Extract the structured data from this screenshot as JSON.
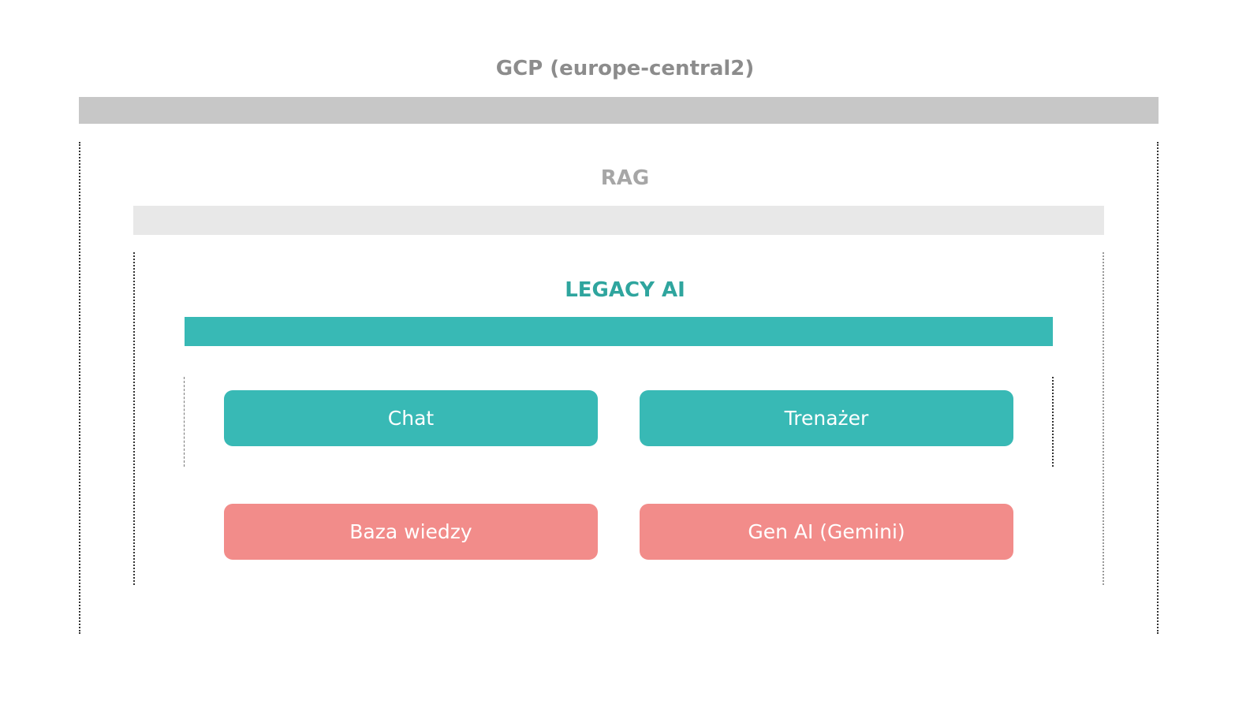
{
  "layers": {
    "gcp": {
      "title": "GCP (europe-central2)",
      "color": "#8c8c8c",
      "bar_color": "#c7c7c7"
    },
    "rag": {
      "title": "RAG",
      "color": "#a6a6a6",
      "bar_color": "#e8e8e8"
    },
    "legacy": {
      "title": "LEGACY AI",
      "color": "#2fa59e",
      "bar_color": "#38b9b5"
    }
  },
  "components": {
    "chat": {
      "label": "Chat",
      "color": "#38b9b5"
    },
    "trenazer": {
      "label": "Trenażer",
      "color": "#38b9b5"
    },
    "baza_wiedzy": {
      "label": "Baza wiedzy",
      "color": "#f28c8a"
    },
    "gen_ai": {
      "label": "Gen AI (Gemini)",
      "color": "#f28c8a"
    }
  }
}
